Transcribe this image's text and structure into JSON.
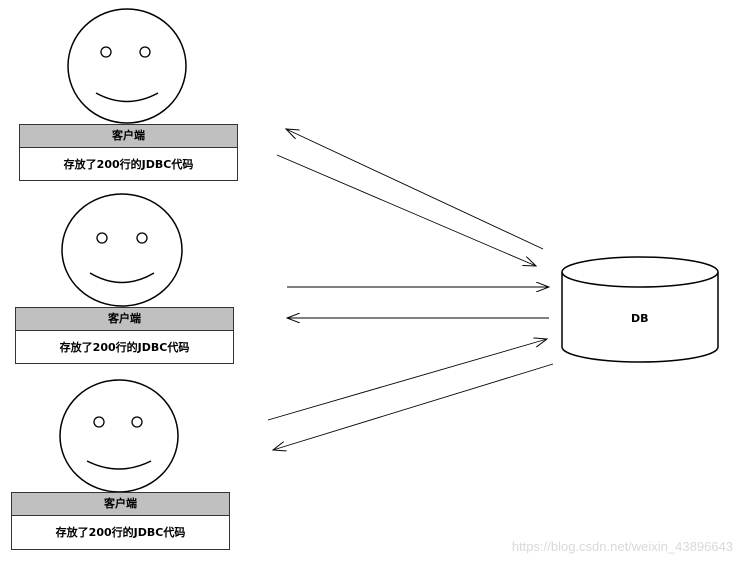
{
  "clients": [
    {
      "header": "客户端",
      "body": "存放了200行的JDBC代码"
    },
    {
      "header": "客户端",
      "body": "存放了200行的JDBC代码"
    },
    {
      "header": "客户端",
      "body": "存放了200行的JDBC代码"
    }
  ],
  "db": {
    "label": "DB"
  },
  "watermark": "https://blog.csdn.net/weixin_43896643",
  "icons": {
    "client_icon": "smiley-face-icon",
    "db_icon": "database-cylinder-icon"
  }
}
